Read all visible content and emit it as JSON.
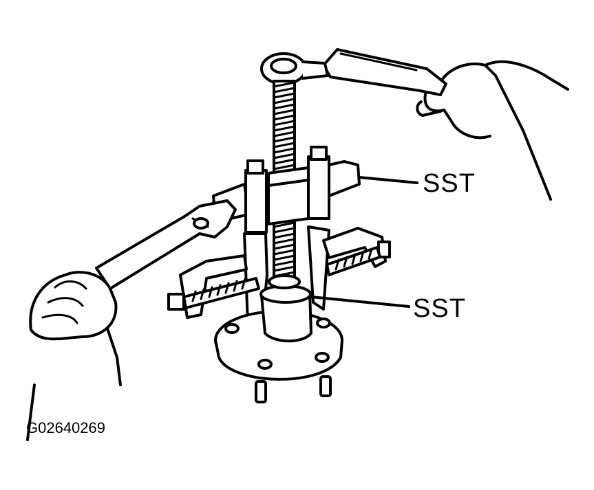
{
  "callouts": {
    "upper_tool_label": "SST",
    "lower_tool_label": "SST"
  },
  "figure_id": "G02640269",
  "colors": {
    "line": "#000000",
    "background": "#ffffff"
  }
}
